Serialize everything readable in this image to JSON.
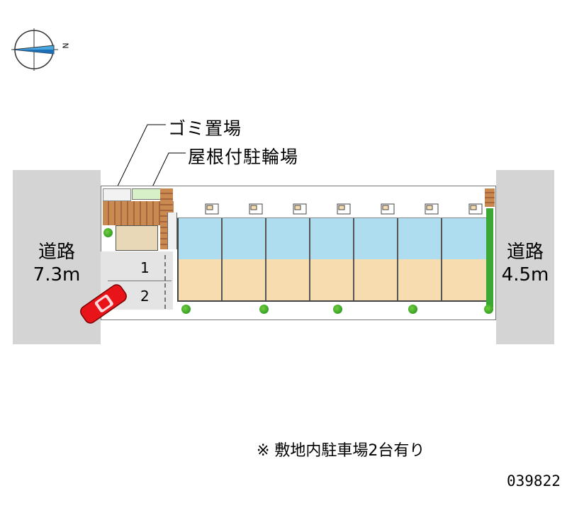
{
  "compass": {
    "north_mark": "N",
    "icon": "compass-rose-icon"
  },
  "callouts": {
    "garbage": "ゴミ置場",
    "bicycle": "屋根付駐輪場"
  },
  "roads": {
    "left": {
      "label": "道路",
      "width": "7.3m"
    },
    "right": {
      "label": "道路",
      "width": "4.5m"
    }
  },
  "parking": {
    "slots": [
      "1",
      "2"
    ]
  },
  "note": "※ 敷地内駐車場2台有り",
  "code": "039822",
  "colors": {
    "road": "#d4d4d4",
    "unit_upper": "#aeddf0",
    "unit_lower": "#f6dcae",
    "car": "#e8141a",
    "greenery": "#3aa832"
  }
}
